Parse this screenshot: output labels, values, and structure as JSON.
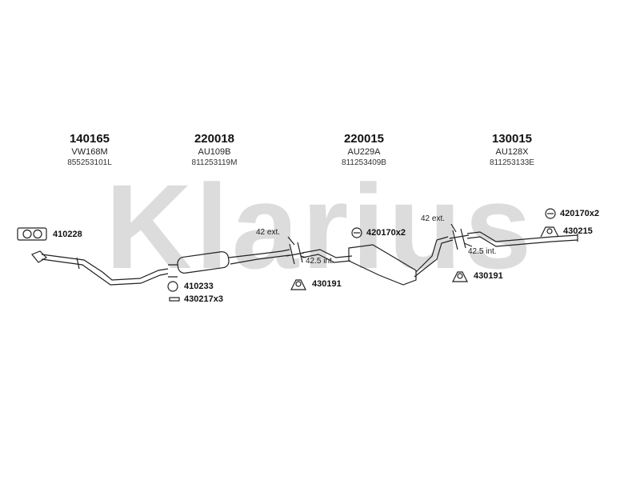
{
  "watermark": "Klarius",
  "parts": [
    {
      "number": "140165",
      "ref": "VW168M",
      "oe": "855253101L"
    },
    {
      "number": "220018",
      "ref": "AU109B",
      "oe": "811253119M"
    },
    {
      "number": "220015",
      "ref": "AU229A",
      "oe": "811253409B"
    },
    {
      "number": "130015",
      "ref": "AU128X",
      "oe": "811253133E"
    }
  ],
  "fittings": {
    "gasket_a": "410228",
    "ring": "410233",
    "bolts": "430217x3",
    "hanger_a": "430191",
    "hanger_b": "430191",
    "clamp_a": "420170x2",
    "clamp_b": "420170x2",
    "hanger_c": "430215"
  },
  "notes": {
    "ext_a": "42 ext.",
    "int_a": "42.5 int.",
    "ext_b": "42 ext.",
    "int_b": "42.5 int."
  },
  "colors": {
    "watermark": "#d9d9d9",
    "line": "#222222"
  }
}
